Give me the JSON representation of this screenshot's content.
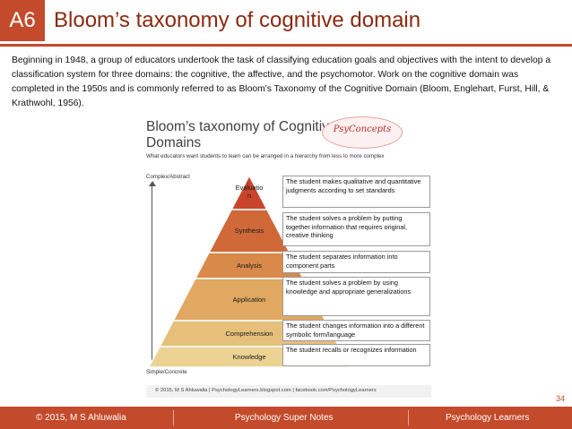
{
  "header": {
    "code": "A6",
    "title": "Bloom’s taxonomy of cognitive domain"
  },
  "intro": "Beginning in 1948, a group of educators undertook the task of classifying education goals and objectives with the intent to develop a classification system for three domains: the cognitive, the affective, and the psychomotor. Work on the cognitive domain was completed in the 1950s and is commonly referred to as Bloom's Taxonomy of the Cognitive Domain (Bloom, Englehart, Furst, Hill, & Krathwohl, 1956).",
  "figure": {
    "title_line1": "Bloom’s taxonomy of Cognitive",
    "title_line2": "Domains",
    "logo": "PsyConcepts",
    "subtitle": "What educators want students to learn can be arranged in a hierarchy from less to more complex",
    "axis_top": "Complex/Abstract",
    "axis_bottom": "Simple/Concrete",
    "levels": [
      {
        "name": "Evaluatio n",
        "description": "The student makes qualitative and quantitative judgments according to set standards",
        "color": "#c8452c"
      },
      {
        "name": "Synthesis",
        "description": "The student solves a problem by putting together information that requires original, creative thinking",
        "color": "#d06838"
      },
      {
        "name": "Analysis",
        "description": "The student separates information into component parts",
        "color": "#d9894a"
      },
      {
        "name": "Application",
        "description": "The student solves a problem by using knowledge and appropriate generalizations",
        "color": "#e0a860"
      },
      {
        "name": "Comprehension",
        "description": "The student changes information into a different symbolic form/language",
        "color": "#e6c07a"
      },
      {
        "name": "Knowledge",
        "description": "The student recalls or recognizes information",
        "color": "#ecd394"
      }
    ],
    "credit": "© 2015, M S Ahluwalia  |  PsychologyLearners.blogspot.com  |  facebook.com/PsychologyLearners"
  },
  "page_number": "34",
  "footer": {
    "left": "© 2015, M S Ahluwalia",
    "center": "Psychology Super Notes",
    "right": "Psychology Learners"
  }
}
